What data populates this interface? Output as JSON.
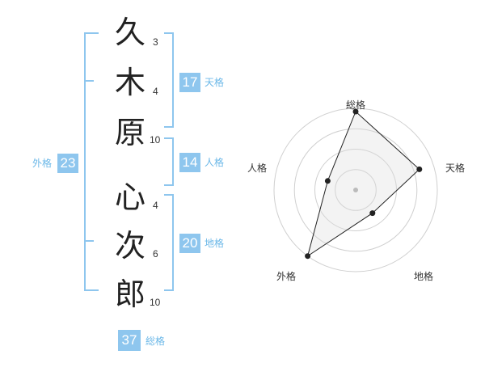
{
  "name": {
    "chars": [
      {
        "char": "久",
        "strokes": "3"
      },
      {
        "char": "木",
        "strokes": "4"
      },
      {
        "char": "原",
        "strokes": "10"
      },
      {
        "char": "心",
        "strokes": "4"
      },
      {
        "char": "次",
        "strokes": "6"
      },
      {
        "char": "郎",
        "strokes": "10"
      }
    ]
  },
  "fortunes": {
    "tenkaku": {
      "value": "17",
      "label": "天格"
    },
    "jinkaku": {
      "value": "14",
      "label": "人格"
    },
    "chikaku": {
      "value": "20",
      "label": "地格"
    },
    "gaikaku": {
      "value": "23",
      "label": "外格"
    },
    "soukaku": {
      "value": "37",
      "label": "総格"
    }
  },
  "accent_color": "#8ec6ee",
  "chart_data": {
    "type": "radar",
    "axes": [
      "総格",
      "天格",
      "地格",
      "外格",
      "人格"
    ],
    "values": [
      0.96,
      0.82,
      0.35,
      1.0,
      0.36
    ],
    "rings": 4
  }
}
